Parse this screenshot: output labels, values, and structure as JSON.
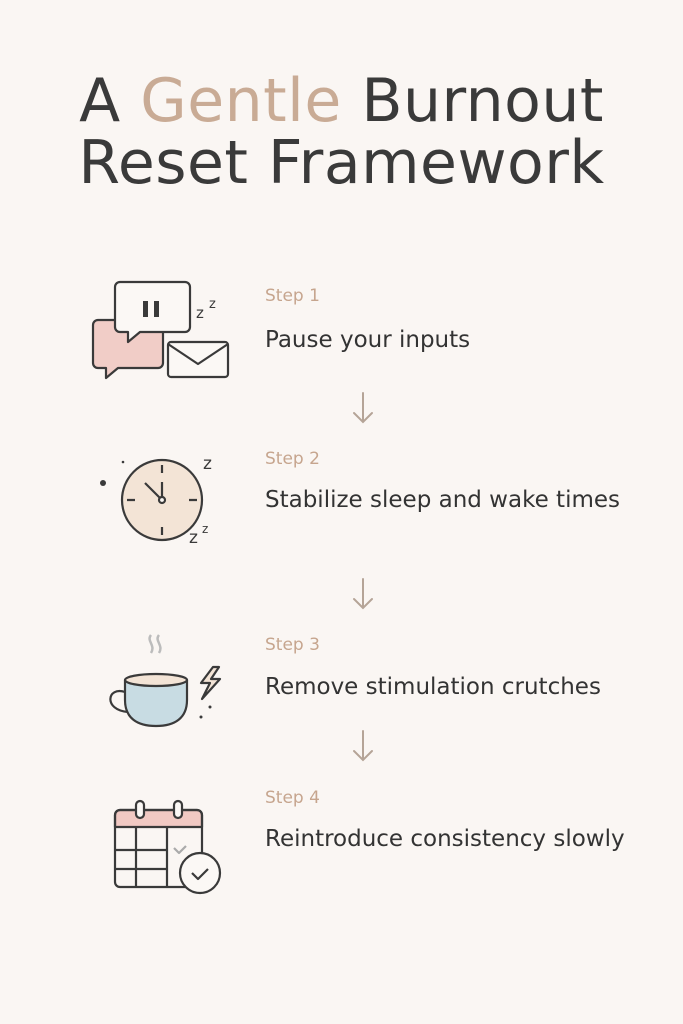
{
  "title": {
    "line1_pre": "A ",
    "line1_accent": "Gentle",
    "line1_post": " Burnout",
    "line2": "Reset Framework"
  },
  "colors": {
    "accent": "#c9ab95",
    "step_label": "#c6a58e",
    "background": "#faf6f3",
    "text": "#333333"
  },
  "steps": [
    {
      "label": "Step 1",
      "text": "Pause your inputs",
      "icon": "pause-message-envelope-icon"
    },
    {
      "label": "Step 2",
      "text": "Stabilize sleep and wake times",
      "icon": "clock-sleep-icon"
    },
    {
      "label": "Step 3",
      "text": "Remove stimulation crutches",
      "icon": "coffee-lightning-icon"
    },
    {
      "label": "Step 4",
      "text": "Reintroduce consistency slowly",
      "icon": "calendar-check-icon"
    }
  ]
}
